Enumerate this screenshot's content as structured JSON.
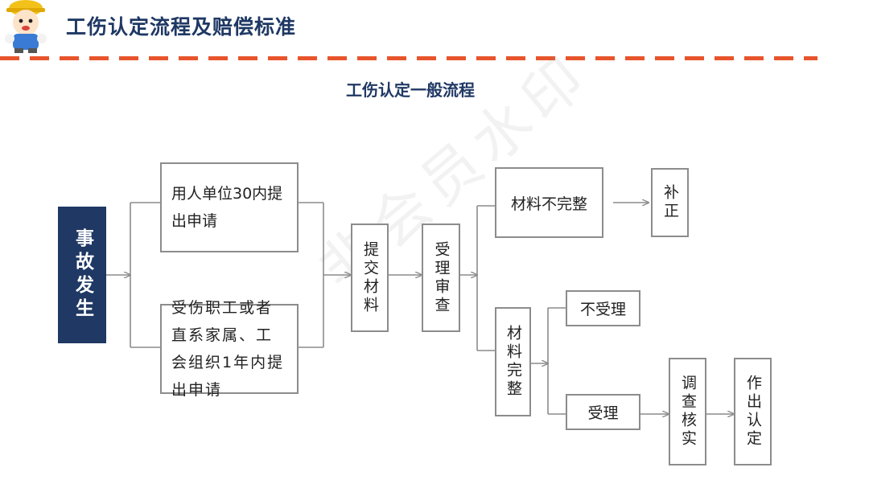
{
  "header": {
    "title": "工伤认定流程及赔偿标准"
  },
  "diagram": {
    "title": "工伤认定一般流程",
    "nodes": {
      "accident": "事故发生",
      "employer_apply": "用人单位30内提出申请",
      "worker_apply": "受伤职工或者直系家属、工会组织1年内提出申请",
      "submit_materials": "提交材料",
      "accept_review": "受理审查",
      "incomplete": "材料不完整",
      "supplement": "补正",
      "complete": "材料完整",
      "reject": "不受理",
      "accept": "受理",
      "investigate": "调查核实",
      "decide": "作出认定"
    },
    "watermark": "非会员水印"
  },
  "colors": {
    "accent_dashes": "#e8542c",
    "title_navy": "#1f3864",
    "box_border": "#8c8c8c",
    "arrow": "#8c8c8c"
  }
}
